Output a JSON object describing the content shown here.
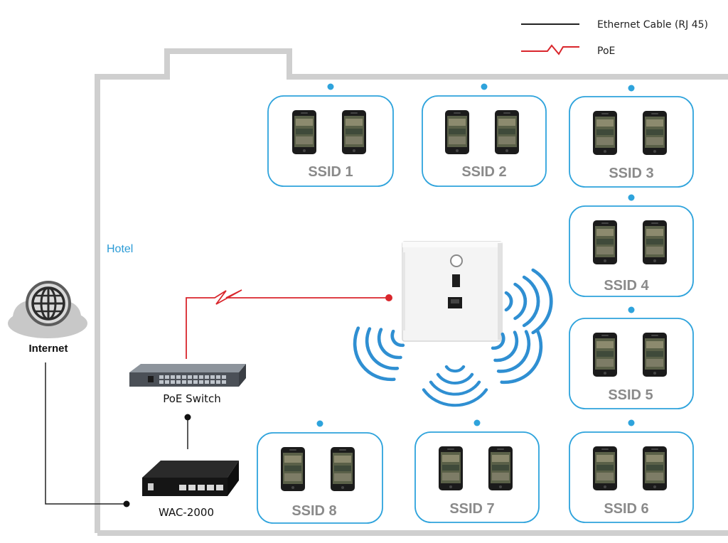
{
  "legend": {
    "ethernet_label": "Ethernet Cable (RJ 45)",
    "poe_label": "PoE"
  },
  "area_label": "Hotel",
  "internet_label": "Internet",
  "poe_switch_label": "PoE Switch",
  "controller_label": "WAC-2000",
  "ssids": [
    "SSID 1",
    "SSID 2",
    "SSID 3",
    "SSID 4",
    "SSID 5",
    "SSID 6",
    "SSID 7",
    "SSID 8"
  ],
  "colors": {
    "wall": "#cfcfcf",
    "ssid_border": "#2ea3dc",
    "wifi_wave": "#2f8fd2",
    "poe_line": "#d9262c",
    "ethernet_line": "#222222",
    "cloud": "#c8c8c8"
  }
}
